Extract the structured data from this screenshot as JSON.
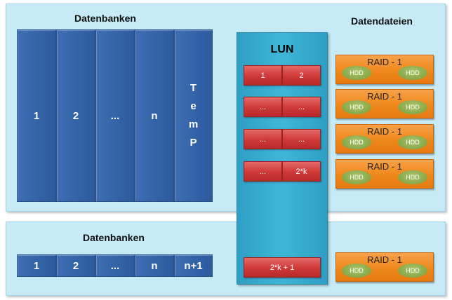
{
  "top_panel": {
    "label": "Datenbanken",
    "columns": [
      "1",
      "2",
      "...",
      "n"
    ],
    "temp_letters": [
      "T",
      "e",
      "m",
      "P"
    ]
  },
  "datafiles_label": "Datendateien",
  "bottom_panel": {
    "label": "Datenbanken",
    "cells": [
      "1",
      "2",
      "...",
      "n",
      "n+1"
    ]
  },
  "lun": {
    "title": "LUN",
    "rows": [
      [
        "1",
        "2"
      ],
      [
        "...",
        "..."
      ],
      [
        "...",
        "..."
      ],
      [
        "...",
        "2*k"
      ]
    ],
    "last": "2*k + 1"
  },
  "raid": {
    "label": "RAID - 1",
    "disk": "HDD"
  },
  "colors": {
    "panel": "#c6eaf6",
    "blue": "#3565aa",
    "lun": "#3fb6d8",
    "red": "#d13b3b",
    "orange": "#f08a1e",
    "hdd": "#8dac4e"
  }
}
